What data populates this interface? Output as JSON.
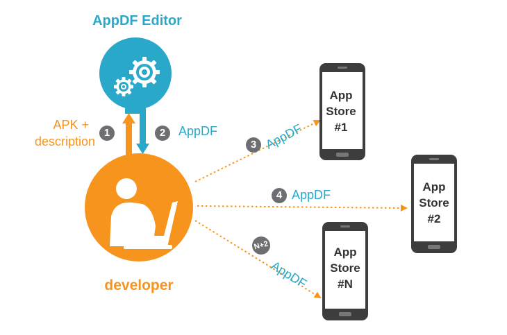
{
  "editor": {
    "title": "AppDF Editor"
  },
  "developer": {
    "title": "developer"
  },
  "steps": {
    "s1": {
      "badge": "1",
      "line1": "APK +",
      "line2": "description"
    },
    "s2": {
      "badge": "2",
      "label": "AppDF"
    },
    "s3": {
      "badge": "3",
      "label": "AppDF"
    },
    "s4": {
      "badge": "4",
      "label": "AppDF"
    },
    "sN": {
      "badge": "N+2",
      "label": "AppDF"
    }
  },
  "stores": {
    "store1": {
      "line1": "App",
      "line2": "Store",
      "line3": "#1"
    },
    "store2": {
      "line1": "App",
      "line2": "Store",
      "line3": "#2"
    },
    "storeN": {
      "line1": "App",
      "line2": "Store",
      "line3": "#N"
    }
  },
  "colors": {
    "orange": "#F7941D",
    "teal": "#29A8C9",
    "badge": "#6D6E71",
    "phone": "#3D3D3D"
  },
  "icons": {
    "editor": "gears-icon",
    "developer": "person-laptop-icon",
    "store": "smartphone-icon"
  }
}
